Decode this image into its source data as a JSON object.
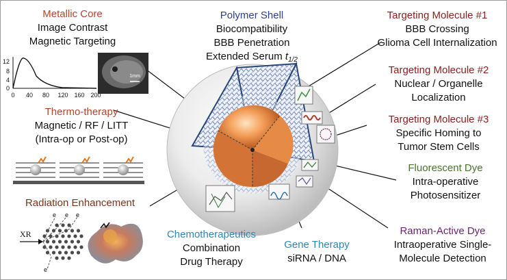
{
  "colors": {
    "metallic": "#b5442a",
    "polymer": "#2b3f8a",
    "targeting": "#8e1c1c",
    "fluor": "#46752a",
    "raman": "#6b2473",
    "chemo": "#2f86b5",
    "gene": "#2f86b5",
    "thermo": "#b5442a",
    "radiation": "#7a3318"
  },
  "metallic_core": {
    "heading": "Metallic Core",
    "lines": [
      "Image Contrast",
      "Magnetic Targeting"
    ],
    "plot_ticks_y": [
      "12",
      "8",
      "4",
      "0"
    ],
    "plot_ticks_x": [
      "0",
      "40",
      "80",
      "120",
      "160",
      "200"
    ],
    "mri_scale": "1mm"
  },
  "thermo": {
    "heading": "Thermo-therapy",
    "lines": [
      "Magnetic / RF / LITT",
      "(Intra-op or Post-op)"
    ]
  },
  "radiation": {
    "heading": "Radiation Enhancement",
    "xr_label": "XR",
    "electron_label": "e"
  },
  "polymer": {
    "heading": "Polymer Shell",
    "lines": [
      "Biocompatibility",
      "BBB Penetration"
    ],
    "serum_text": "Extended Serum ",
    "serum_t": "t",
    "serum_sub": "1/2"
  },
  "tm1": {
    "heading": "Targeting Molecule #1",
    "lines": [
      "BBB Crossing",
      "Glioma Cell Internalization"
    ]
  },
  "tm2": {
    "heading": "Targeting Molecule #2",
    "lines": [
      "Nuclear / Organelle",
      "Localization"
    ]
  },
  "tm3": {
    "heading": "Targeting Molecule #3",
    "lines": [
      "Specific Homing to",
      "Tumor Stem Cells"
    ]
  },
  "fluor": {
    "heading": "Fluorescent Dye",
    "lines": [
      "Intra-operative",
      "Photosensitizer"
    ]
  },
  "raman": {
    "heading": "Raman-Active Dye",
    "lines": [
      "Intraoperative Single-",
      "Molecule Detection"
    ]
  },
  "chemo": {
    "heading": "Chemotherapeutics",
    "lines": [
      "Combination",
      "Drug Therapy"
    ]
  },
  "gene": {
    "heading": "Gene Therapy",
    "lines": [
      "siRNA / DNA"
    ]
  }
}
